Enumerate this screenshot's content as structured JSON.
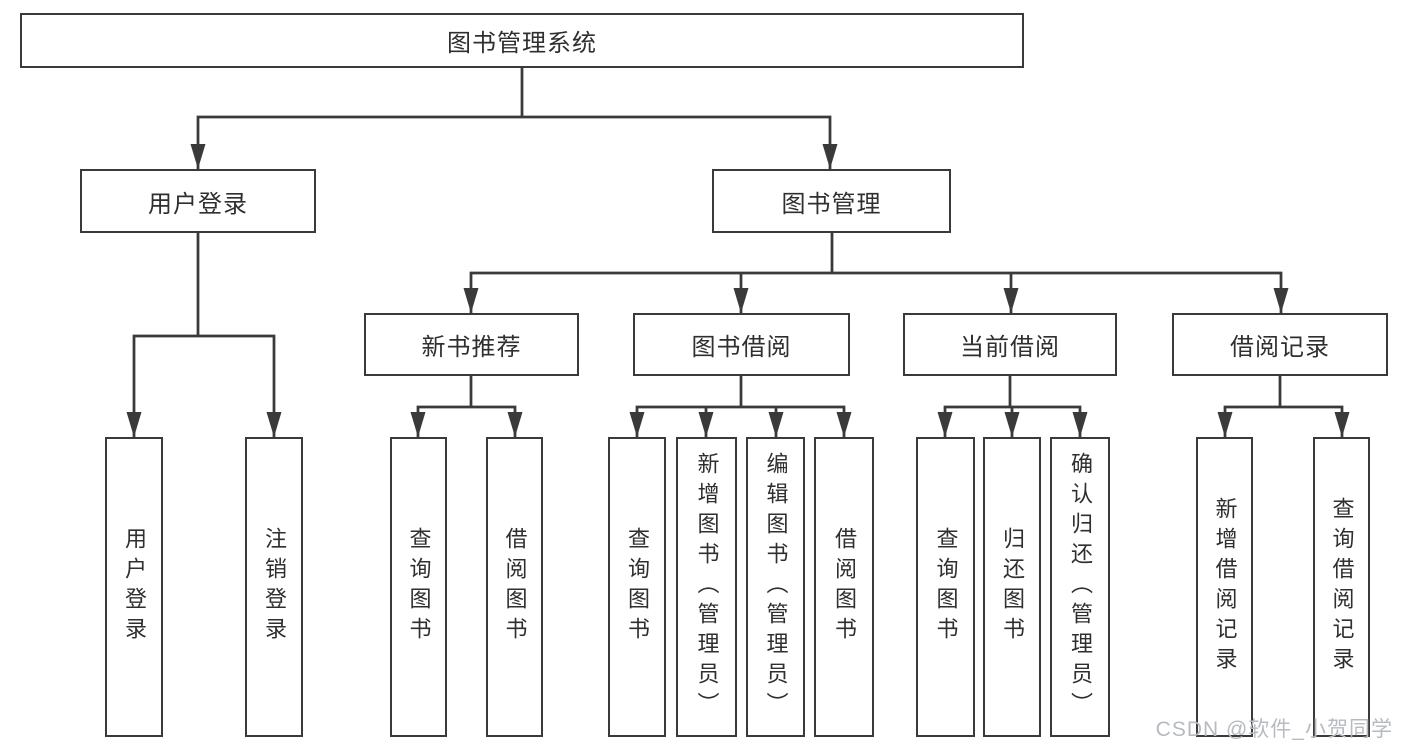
{
  "diagram": {
    "root": "图书管理系统",
    "branches": [
      {
        "label": "用户登录",
        "children": [
          "用户登录",
          "注销登录"
        ]
      },
      {
        "label": "图书管理",
        "sections": [
          {
            "label": "新书推荐",
            "children": [
              "查询图书",
              "借阅图书"
            ]
          },
          {
            "label": "图书借阅",
            "children": [
              "查询图书",
              "新增图书（管理员）",
              "编辑图书（管理员）",
              "借阅图书"
            ]
          },
          {
            "label": "当前借阅",
            "children": [
              "查询图书",
              "归还图书",
              "确认归还（管理员）"
            ]
          },
          {
            "label": "借阅记录",
            "children": [
              "新增借阅记录",
              "查询借阅记录"
            ]
          }
        ]
      }
    ]
  },
  "watermark": "CSDN @软件_小贺同学",
  "colors": {
    "line": "#3a3a3a",
    "text": "#2f2f2f",
    "background": "#ffffff",
    "watermark": "#b7bac0"
  }
}
